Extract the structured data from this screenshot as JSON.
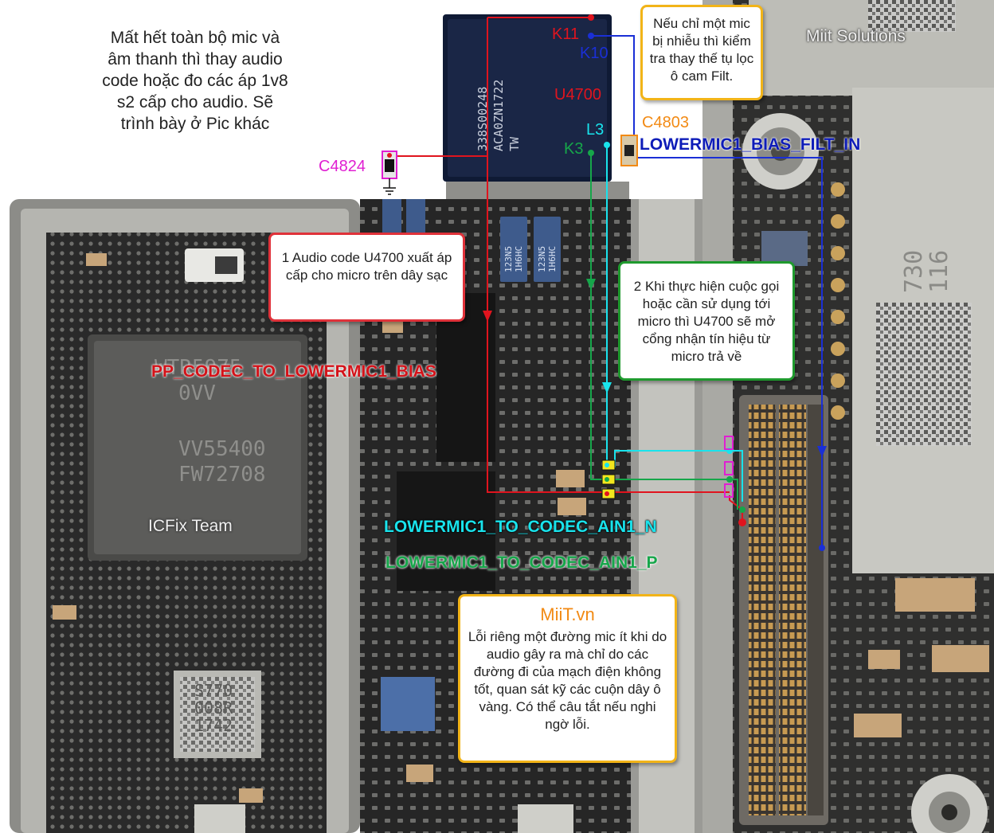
{
  "intro_text": "Mất hết toàn bộ mic và âm thanh thì thay audio code hoặc đo các áp 1v8 s2 cấp cho audio. Sẽ trình bày ở Pic khác",
  "note_filter": "Nếu chỉ một mic bị nhiễu thì kiểm tra thay thế tụ lọc ô cam Filt.",
  "note_step1": "1 Audio code U4700 xuất áp cấp cho micro trên dây sạc",
  "note_step2": "2 Khi thực hiện cuộc gọi hoặc cần sử dụng tới micro thì U4700 sẽ mở cổng nhận tín hiệu từ micro trả về",
  "note_miit_title": "MiiT.vn",
  "note_miit_body": "Lỗi riêng một đường mic ít khi do audio gây ra mà chỉ do các đường đi của mạch điện không tốt, quan sát kỹ các cuộn dây ô vàng. Có thể câu tắt nếu nghi ngờ lỗi.",
  "watermark_top": "Miit Solutions",
  "watermark_left": "ICFix Team",
  "chip_marking": [
    "338S00248",
    "ACA0ZN1722",
    "TW"
  ],
  "rf_chip_marking": [
    "WTR5975",
    "0VV",
    "VV55400",
    "FW72708"
  ],
  "small_chip_marking": [
    "S770",
    "008R",
    "1742"
  ],
  "board_marking": [
    "730",
    "116"
  ],
  "inductor_marking": "123N5 1H6HC",
  "labels": {
    "k11": "K11",
    "k10": "K10",
    "u4700": "U4700",
    "l3": "L3",
    "k3": "K3",
    "c4803": "C4803",
    "c4824": "C4824"
  },
  "nets": {
    "bias_filt": "LOWERMIC1_BIAS_FILT_IN",
    "codec_bias": "PP_CODEC_TO_LOWERMIC1_BIAS",
    "ain1_n": "LOWERMIC1_TO_CODEC_AIN1_N",
    "ain1_p": "LOWERMIC1_TO_CODEC_AIN1_P"
  },
  "colors": {
    "red_trace": "#e0141e",
    "blue_trace": "#1a2fd6",
    "cyan_trace": "#19e3ec",
    "green_trace": "#16a64a",
    "magenta_label": "#e01fd2",
    "orange_label": "#f28a14",
    "note_red": "#e0323a",
    "note_green": "#1f9a2e",
    "note_yellow": "#f2b418"
  }
}
